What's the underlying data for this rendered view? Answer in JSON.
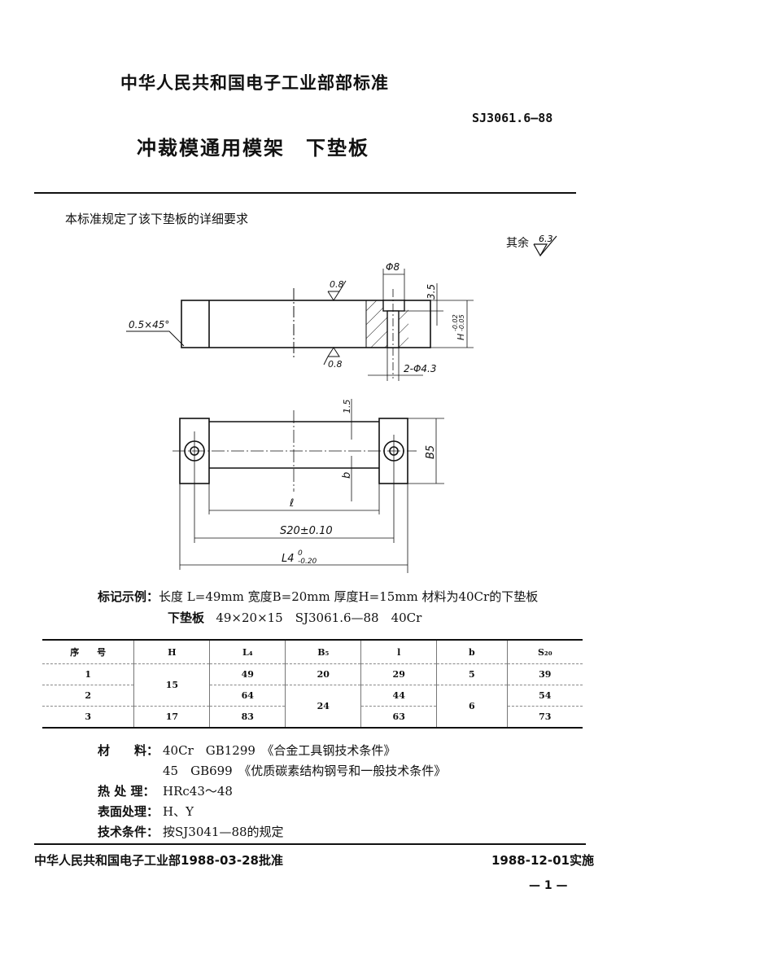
{
  "header": {
    "organization": "中华人民共和国电子工业部部标准",
    "standard_code": "SJ3061.6—88",
    "title_part1": "冲裁模通用模架",
    "title_part2": "下垫板"
  },
  "intro": "本标准规定了该下垫板的详细要求",
  "roughness_note": {
    "label": "其余",
    "value": "6.3"
  },
  "drawing": {
    "front_view": {
      "chamfer": "0.5×45°",
      "top_roughness": "0.8",
      "bottom_roughness": "0.8",
      "counterbore_dia": "Φ8",
      "counterbore_depth": "3.5",
      "height_tol": "H",
      "height_tol_upper": "-0.02",
      "height_tol_lower": "-0.05",
      "holes": "2-Φ4.3"
    },
    "top_view": {
      "dim_1_5": "1.5",
      "dim_b": "b",
      "dim_B": "B5",
      "dim_l": "ℓ",
      "dim_S": "S20±0.10",
      "dim_L": "L4",
      "dim_L_tol_upper": "0",
      "dim_L_tol_lower": "-0.20"
    }
  },
  "marking_example": {
    "label": "标记示例：",
    "line1": "长度 L=49mm 宽度B=20mm 厚度H=15mm 材料为40Cr的下垫板",
    "line2_label": "下垫板",
    "line2": "49×20×15　SJ3061.6—88　40Cr"
  },
  "table": {
    "headers": [
      "序　　号",
      "H",
      "L₄",
      "B₅",
      "l",
      "b",
      "S₂₀"
    ],
    "rows": [
      {
        "no": "1",
        "H": "15",
        "L": "49",
        "B": "20",
        "l": "29",
        "b": "5",
        "S": "39"
      },
      {
        "no": "2",
        "H": "",
        "L": "64",
        "B": "24",
        "l": "44",
        "b": "6",
        "S": "54"
      },
      {
        "no": "3",
        "H": "17",
        "L": "83",
        "B": "",
        "l": "63",
        "b": "",
        "S": "73"
      }
    ]
  },
  "requirements": {
    "material_label": "材　　料：",
    "material_1": "40Cr　GB1299　《合金工具钢技术条件》",
    "material_2": "45　GB699　《优质碳素结构钢号和一般技术条件》",
    "heat_label": "热 处 理：",
    "heat_value": "HRc43～48",
    "surface_label": "表面处理：",
    "surface_value": "H、Y",
    "tech_label": "技术条件：",
    "tech_value": "按SJ3041—88的规定"
  },
  "footer": {
    "approval": "中华人民共和国电子工业部1988-03-28批准",
    "effective": "1988-12-01实施",
    "page": "— 1 —"
  }
}
